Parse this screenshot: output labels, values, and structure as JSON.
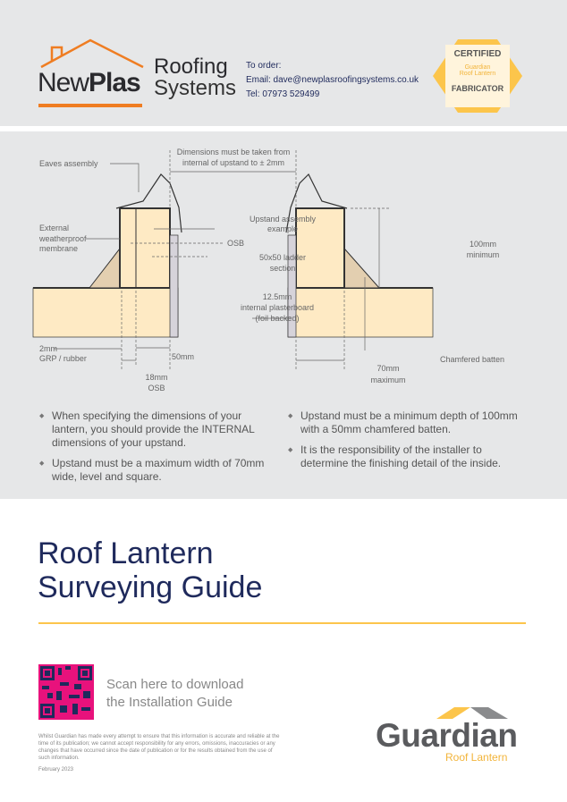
{
  "header": {
    "logo": {
      "brand_a": "New",
      "brand_b": "Plas",
      "word1": "Roofing",
      "word2": "Systems"
    },
    "contact": {
      "heading": "To order:",
      "email": "Email: dave@newplasroofingsystems.co.uk",
      "tel": "Tel: 07973 529499"
    },
    "badge": {
      "top": "CERTIFIED",
      "mid1": "Guardian",
      "mid2": "Roof Lantern",
      "bottom": "FABRICATOR"
    }
  },
  "diagram": {
    "dims_note1": "Dimensions must be taken from",
    "dims_note2": "internal of upstand to ± 2mm",
    "eaves": "Eaves assembly",
    "membrane1": "External",
    "membrane2": "weatherproof",
    "membrane3": "membrane",
    "upstand1": "Upstand assembly",
    "upstand2": "example",
    "osb": "OSB",
    "ladder1": "50x50 ladder",
    "ladder2": "section",
    "plaster1": "12.5mm",
    "plaster2": "internal plasterboard",
    "plaster3": "(foil backed)",
    "grp1": "2mm",
    "grp2": "GRP / rubber",
    "w50": "50mm",
    "w18a": "18mm",
    "w18b": "OSB",
    "h100a": "100mm",
    "h100b": "minimum",
    "w70a": "70mm",
    "w70b": "maximum",
    "batten": "Chamfered batten"
  },
  "notes": {
    "left": [
      "When specifying the dimensions of your lantern, you should provide the INTERNAL dimensions of your upstand.",
      "Upstand must be a maximum width of 70mm wide, level and square."
    ],
    "right": [
      "Upstand must be a minimum depth of 100mm with a 50mm chamfered batten.",
      "It is the responsibility of the installer to determine the finishing detail of the inside."
    ]
  },
  "title": {
    "line1": "Roof Lantern",
    "line2": "Surveying Guide"
  },
  "qr": {
    "text1": "Scan here to download",
    "text2": "the Installation Guide"
  },
  "disclaimer": "Whilst Guardian has made every attempt to ensure that this information is accurate and reliable at the time of its publication; we cannot accept responsibility for any errors, omissions, inaccuracies or any changes that have occurred since the date of publication or for the results obtained from the use of such information.",
  "date": "February 2023",
  "footer_logo": {
    "name": "Guardian",
    "sub": "Roof Lantern"
  },
  "colors": {
    "orange": "#ef7d22",
    "yellow": "#fcc54b",
    "navy": "#1f2a5c",
    "magenta": "#e8127c"
  }
}
